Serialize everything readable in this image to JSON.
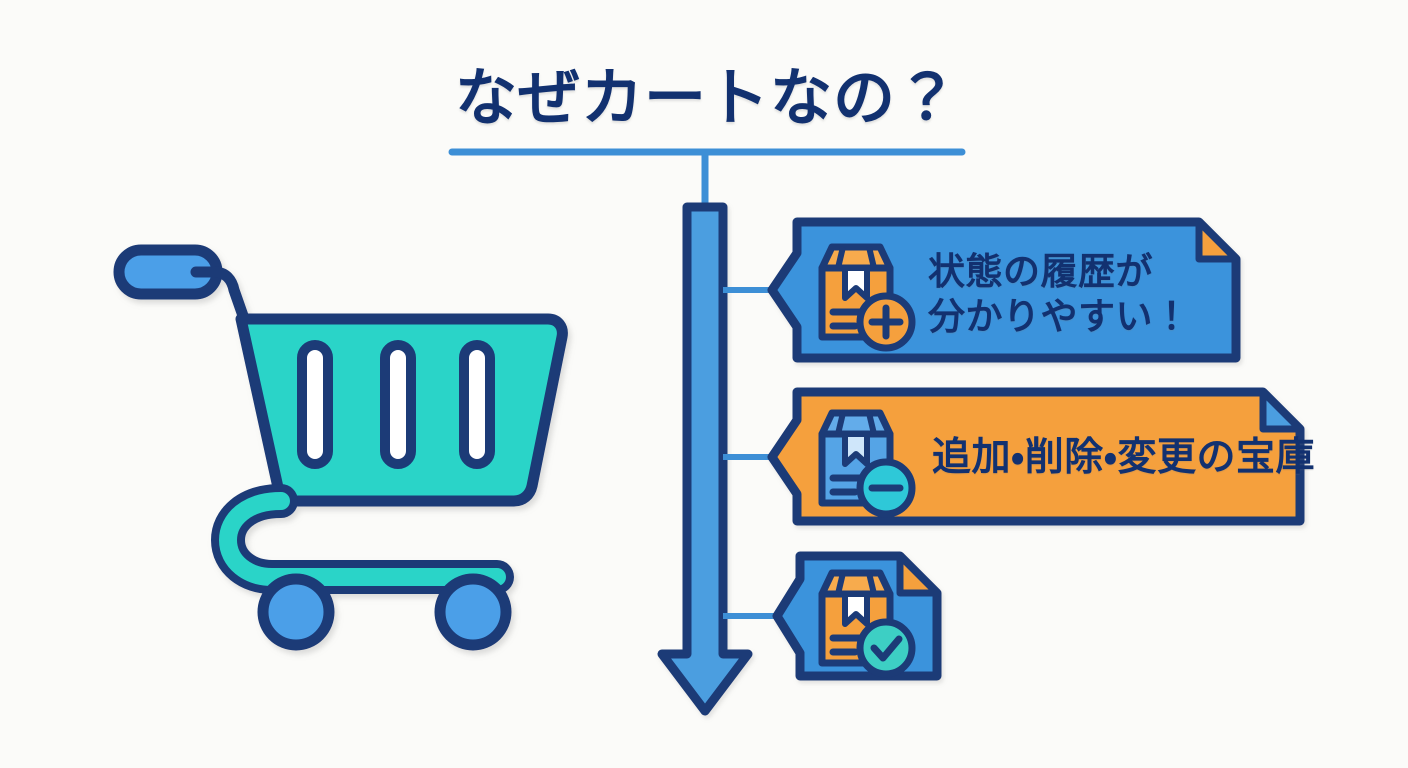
{
  "page": {
    "title": "なぜカートなの？",
    "background_color": "#fbfbf9"
  },
  "palette": {
    "navy_outline": "#1b3a77",
    "title_navy": "#123170",
    "blue_fill": "#3b93dc",
    "blue_line": "#3d8fd6",
    "orange_fill": "#f5a03c",
    "teal_fill": "#2ad4c8",
    "arrow_blue": "#4c9ee0",
    "white": "#ffffff"
  },
  "header": {
    "title": "なぜカートなの？",
    "divider_name": "title-divider"
  },
  "cart": {
    "label": "shopping-cart-illustration",
    "body_color": "#2ad4c8",
    "handle_color": "#4b9fe8",
    "wheel_color": "#4b9fe8",
    "outline_color": "#1b3a77",
    "slot_count": 3
  },
  "flow": {
    "arrow_name": "main-down-arrow",
    "arrow_direction": "down",
    "connector_count": 3
  },
  "callouts": [
    {
      "id": "callout-1",
      "name": "callout-state-history",
      "text_lines": [
        "状態の履歴が",
        "分かりやすい！"
      ],
      "text": "状態の履歴が\n分かりやすい！",
      "fill": "#3b93dc",
      "corner_fill": "#f5a03c",
      "icon": {
        "name": "package-add-icon",
        "box_color": "#f5a03c",
        "badge": "plus",
        "badge_color": "#f5a03c"
      }
    },
    {
      "id": "callout-2",
      "name": "callout-add-delete-change",
      "text_lines": [
        "追加・削除・変更の宝庫"
      ],
      "text": "追加・削除・変更の宝庫",
      "fill": "#f5a03c",
      "corner_fill": "#4c9ee0",
      "icon": {
        "name": "package-remove-icon",
        "box_color": "#54a4e6",
        "badge": "minus",
        "badge_color": "#2fc8d8"
      }
    },
    {
      "id": "callout-3",
      "name": "callout-package-confirmed",
      "text_lines": [],
      "text": "",
      "fill": "#3b93dc",
      "corner_fill": "#f5a03c",
      "icon": {
        "name": "package-check-icon",
        "box_color": "#f5a03c",
        "badge": "check",
        "badge_color": "#3ecfc4"
      }
    }
  ]
}
